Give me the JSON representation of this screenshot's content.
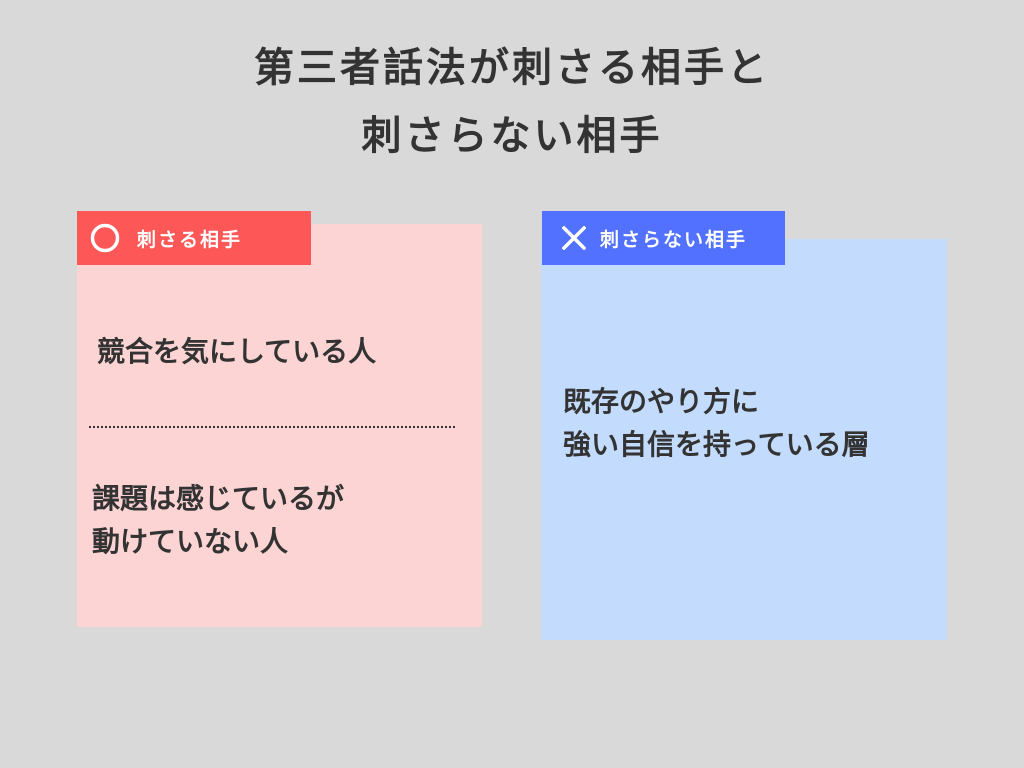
{
  "title": {
    "line1": "第三者話法が刺さる相手と",
    "line2": "刺さらない相手"
  },
  "left_card": {
    "icon": "circle-icon",
    "label": "刺さる相手",
    "tag_color": "#fe5757",
    "bg_color": "#fdd4d4",
    "items": [
      {
        "lines": [
          "競合を気にしている人"
        ]
      },
      {
        "lines": [
          "課題は感じているが",
          "動けていない人"
        ]
      }
    ]
  },
  "right_card": {
    "icon": "cross-icon",
    "label": "刺さらない相手",
    "tag_color": "#5271ff",
    "bg_color": "#c3dbfc",
    "items": [
      {
        "lines": [
          "既存のやり方に",
          "強い自信を持っている層"
        ]
      }
    ]
  }
}
